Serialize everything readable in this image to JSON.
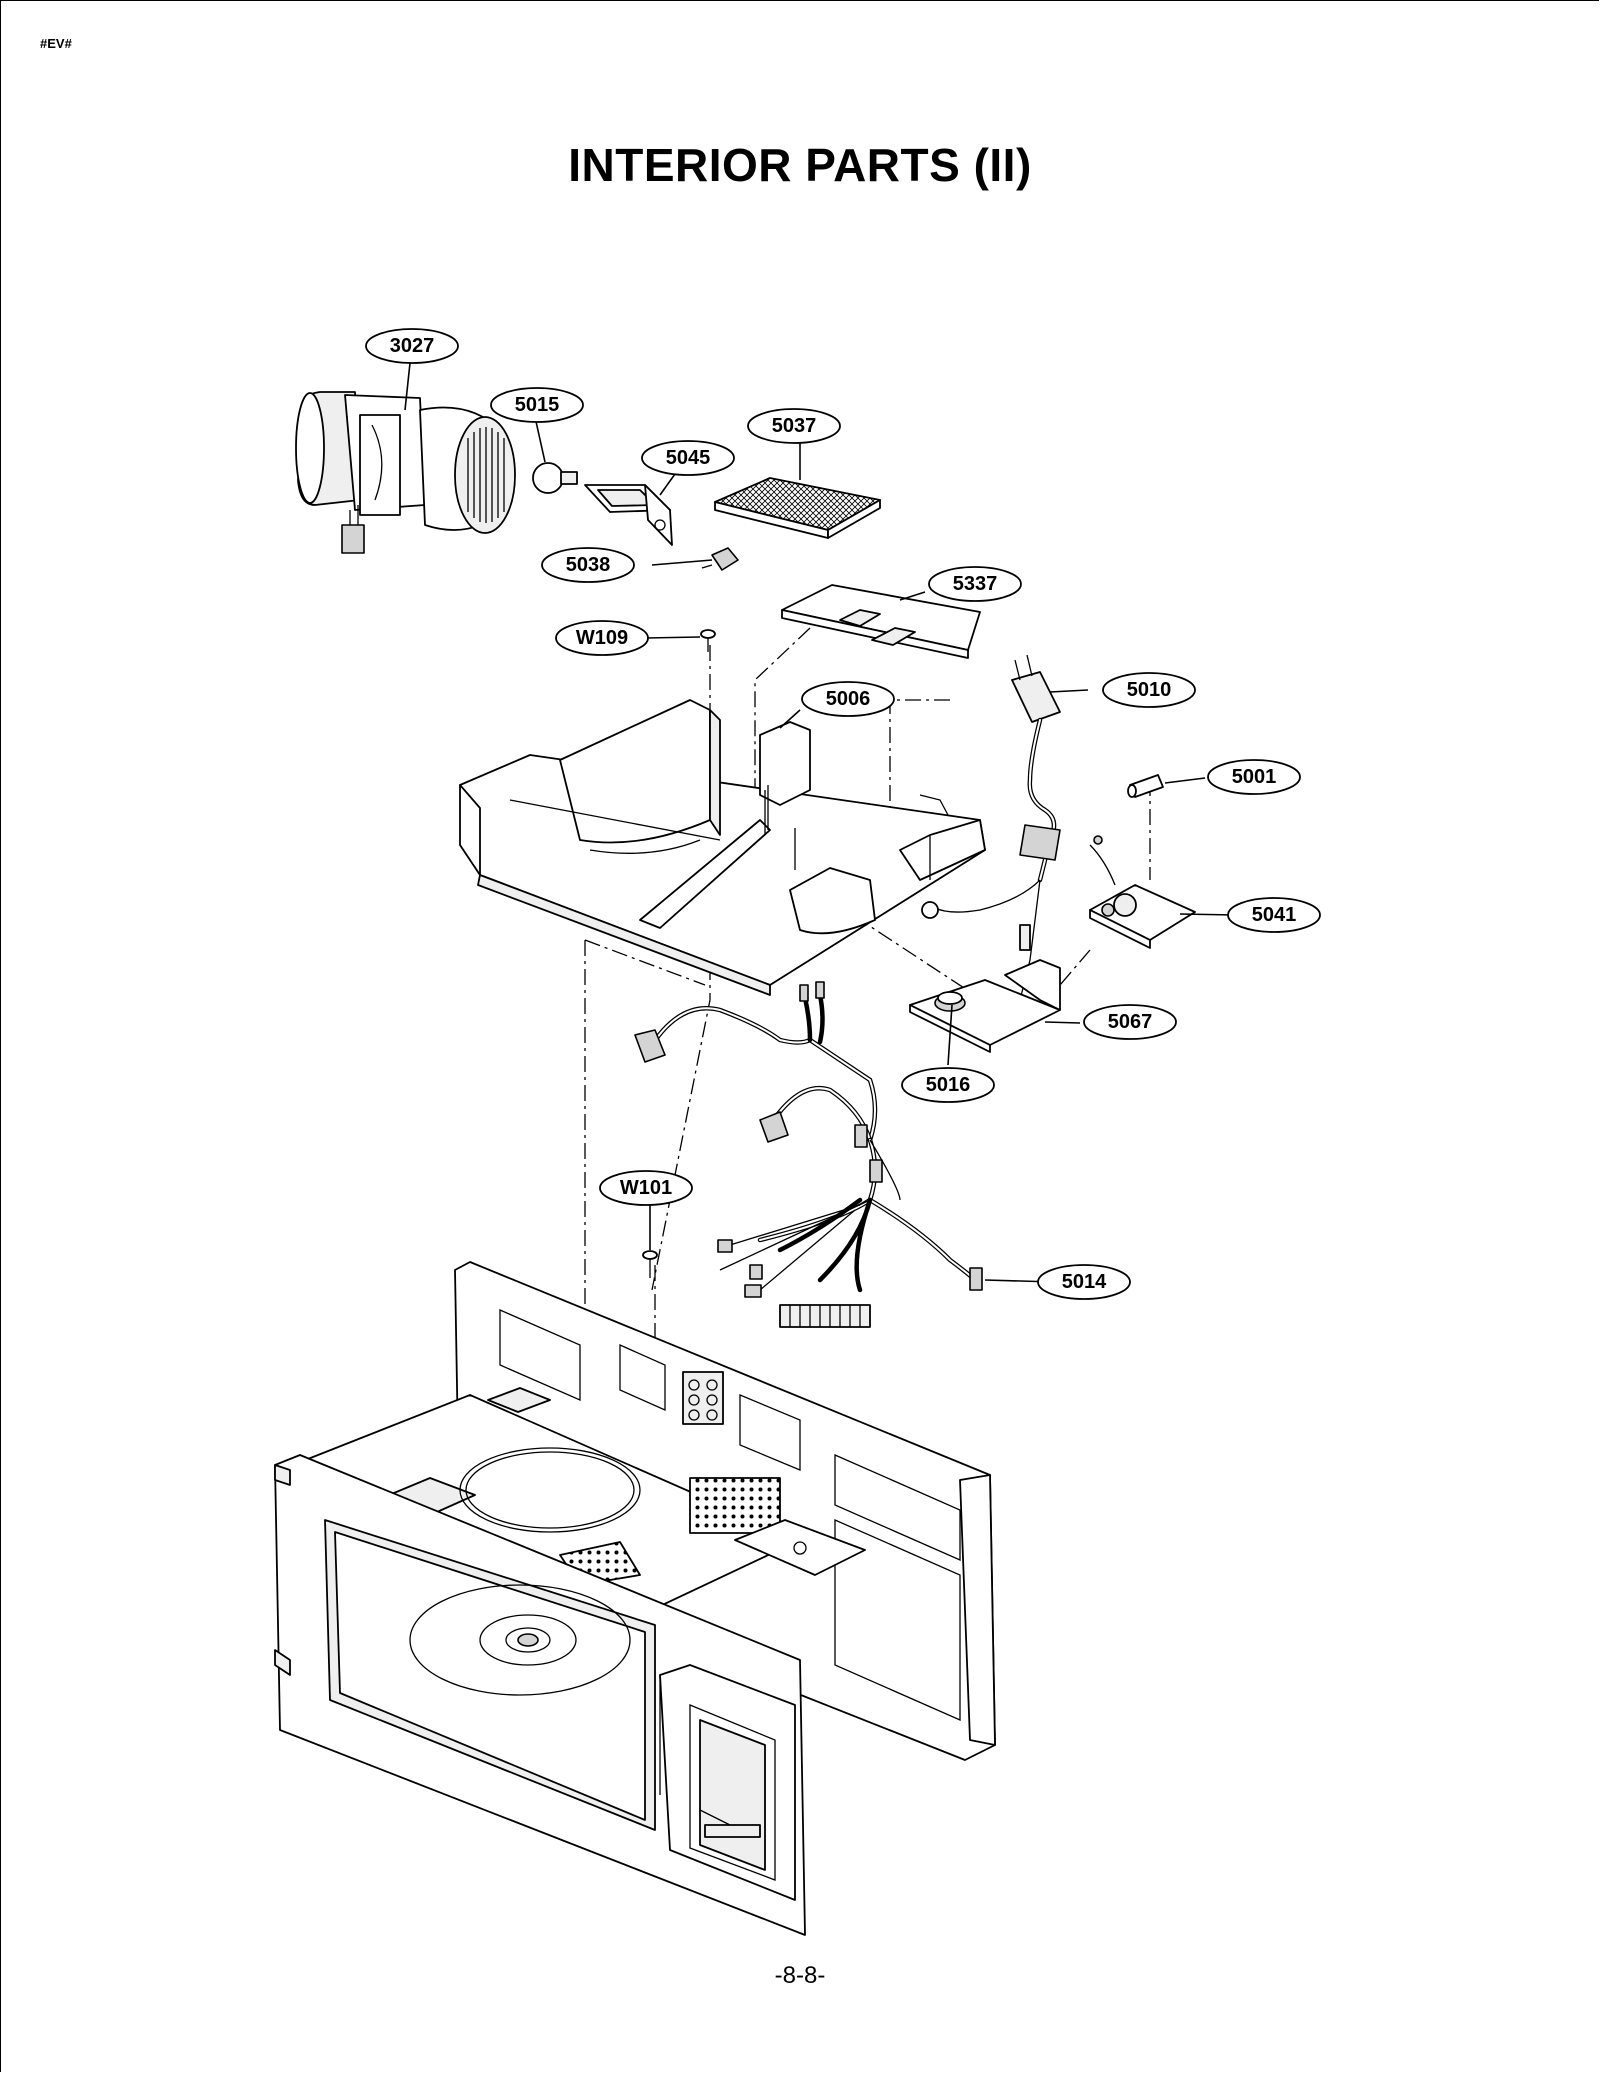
{
  "header": {
    "corner_tag": "#EV#",
    "title": "INTERIOR PARTS (II)"
  },
  "footer": {
    "page_number": "-8-8-"
  },
  "callouts": {
    "p3027": "3027",
    "p5015": "5015",
    "p5037": "5037",
    "p5045": "5045",
    "p5038": "5038",
    "p5337": "5337",
    "pW109": "W109",
    "p5006": "5006",
    "p5010": "5010",
    "p5001": "5001",
    "p5041": "5041",
    "p5067": "5067",
    "p5016": "5016",
    "pW101": "W101",
    "p5014": "5014"
  }
}
